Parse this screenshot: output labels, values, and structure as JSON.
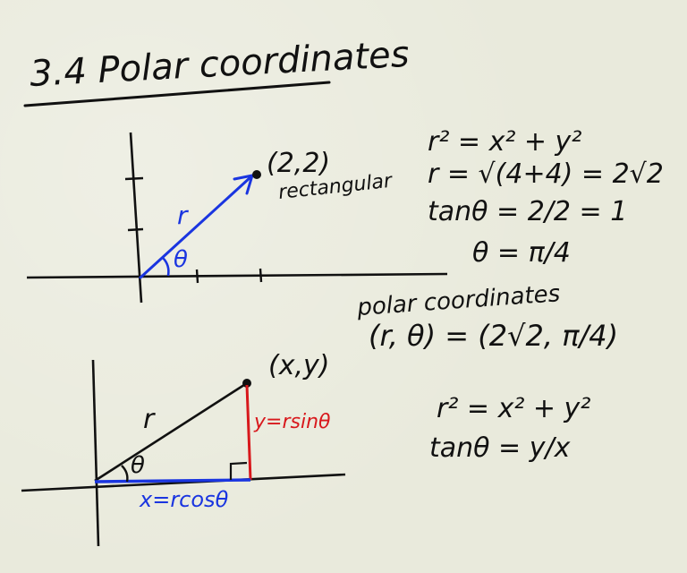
{
  "title": "3.4 Polar coordinates",
  "diagram1": {
    "point_label": "(2,2)",
    "point_caption": "rectangular",
    "radius_label": "r",
    "angle_label": "θ"
  },
  "equations_rect": [
    "r² = x² + y²",
    "r = √(4+4) = 2√2",
    "tanθ = 2/2 = 1",
    "θ = π/4"
  ],
  "polar": {
    "heading": "polar coordinates",
    "expression": "(r, θ) = (2√2, π/4)"
  },
  "diagram2": {
    "point_label": "(x,y)",
    "radius_label": "r",
    "angle_label": "θ",
    "x_label": "x=rcosθ",
    "y_label": "y=rsinθ"
  },
  "equations_general": [
    "r² = x² + y²",
    "tanθ = y/x"
  ],
  "colors": {
    "ink": "#111111",
    "blue": "#1a35e0",
    "red": "#d8181c"
  }
}
